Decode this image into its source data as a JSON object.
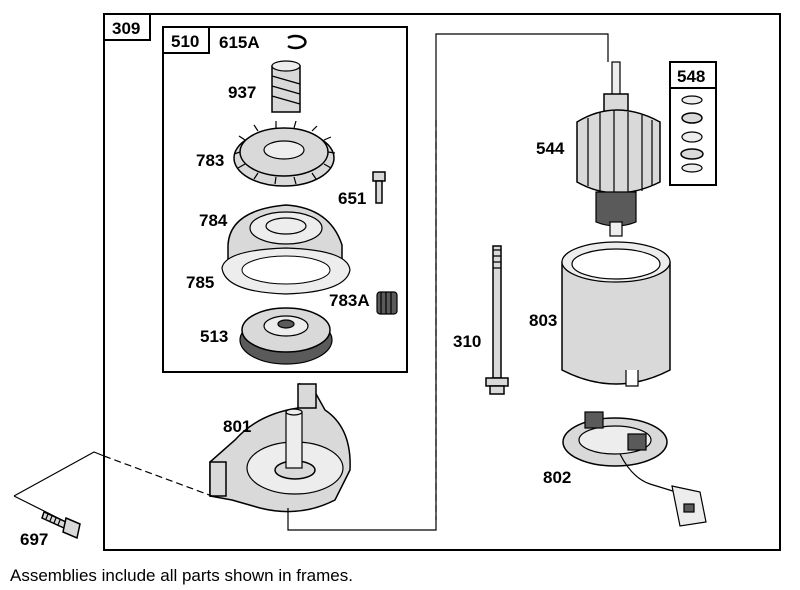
{
  "frames": {
    "outer": "309",
    "gear_assembly": "510",
    "washers": "548"
  },
  "parts": {
    "p615a": "615A",
    "p937": "937",
    "p783": "783",
    "p651": "651",
    "p784": "784",
    "p785": "785",
    "p783a": "783A",
    "p513": "513",
    "p801": "801",
    "p544": "544",
    "p310": "310",
    "p803": "803",
    "p802": "802",
    "p697": "697"
  },
  "caption": "Assemblies include all parts shown in frames."
}
